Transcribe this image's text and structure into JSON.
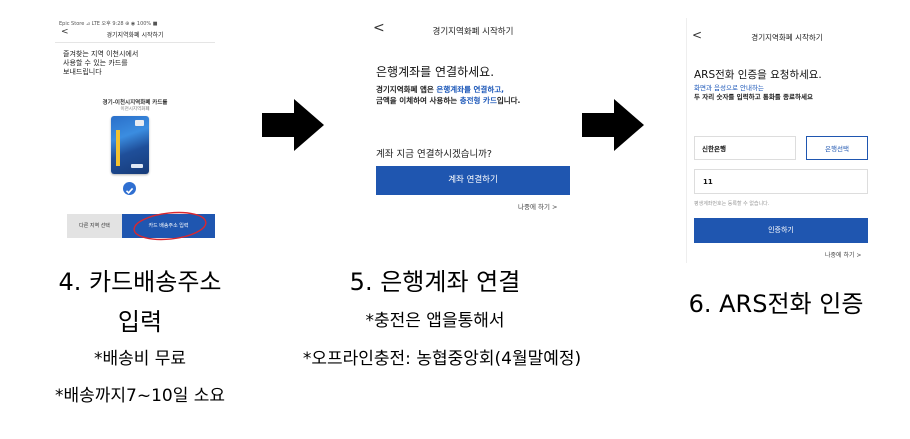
{
  "panel1": {
    "status": "Epic Store ⊿ LTE   오후 9:28       ⊕ ◉ 100% ■",
    "title": "경기지역화폐 시작하기",
    "intro": [
      "즐겨찾는 지역 이천시에서",
      "사용할 수 있는 카드를",
      "보내드립니다"
    ],
    "card_title": "경기-이천시지역화폐 카드를",
    "card_sub": "이천시지역화폐",
    "btn_left": "다른 지역 선택",
    "btn_right": "카드 배송주소 입력"
  },
  "panel2": {
    "title": "경기지역화폐 시작하기",
    "heading": "은행계좌를 연결하세요.",
    "desc_line1_a": "경기지역화폐 앱은 ",
    "desc_line1_b": "은행계좌를 연결하고,",
    "desc_line2_a": "금액을 이체하여 사용하는 ",
    "desc_line2_b": "충전형 카드",
    "desc_line2_c": "입니다.",
    "question": "계좌 지금 연결하시겠습니까?",
    "button": "계좌 연결하기",
    "later": "나중에 하기 >"
  },
  "panel3": {
    "title": "경기지역화폐 시작하기",
    "heading": "ARS전화 인증을 요청하세요.",
    "desc1": "화면과 음성으로 안내하는",
    "desc2": "두 자리 숫자를 입력하고 통화를 종료하세요",
    "bank_value": "신한은행",
    "bank_select": "은행선택",
    "account_value": "11",
    "hint": "평생계좌번호는 등록할 수 없습니다.",
    "button": "인증하기",
    "later": "나중에 하기 >"
  },
  "captions": {
    "c1_line1": "4. 카드배송주소",
    "c1_line2": "입력",
    "c1_line3": "*배송비 무료",
    "c1_line4": "*배송까지7~10일 소요",
    "c2_line1": "5. 은행계좌 연결",
    "c2_line2": "*충전은 앱을통해서",
    "c2_line3": "*오프라인충전: 농협중앙회(4월말예정)",
    "c3_line1": "6. ARS전화 인증"
  },
  "colors": {
    "accent": "#1f56b0",
    "arrow": "#000000",
    "circle": "#d9272e"
  }
}
